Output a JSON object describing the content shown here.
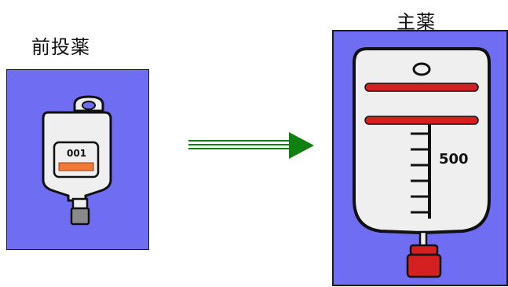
{
  "labels": {
    "pre_medication": "前投薬",
    "main_medication": "主薬"
  },
  "pre_bag": {
    "display_number": "001"
  },
  "main_bag": {
    "scale_number": "500"
  },
  "colors": {
    "panel_background": "#6f6df2",
    "arrow": "#108010",
    "red_accent": "#d42020",
    "orange_label": "#f07838",
    "bag_body": "#efefef",
    "port_gray": "#8a8a8a"
  },
  "icons": {
    "pre_bag": "small-iv-bag-icon",
    "main_bag": "large-iv-bag-icon",
    "arrow": "right-arrow-icon"
  }
}
